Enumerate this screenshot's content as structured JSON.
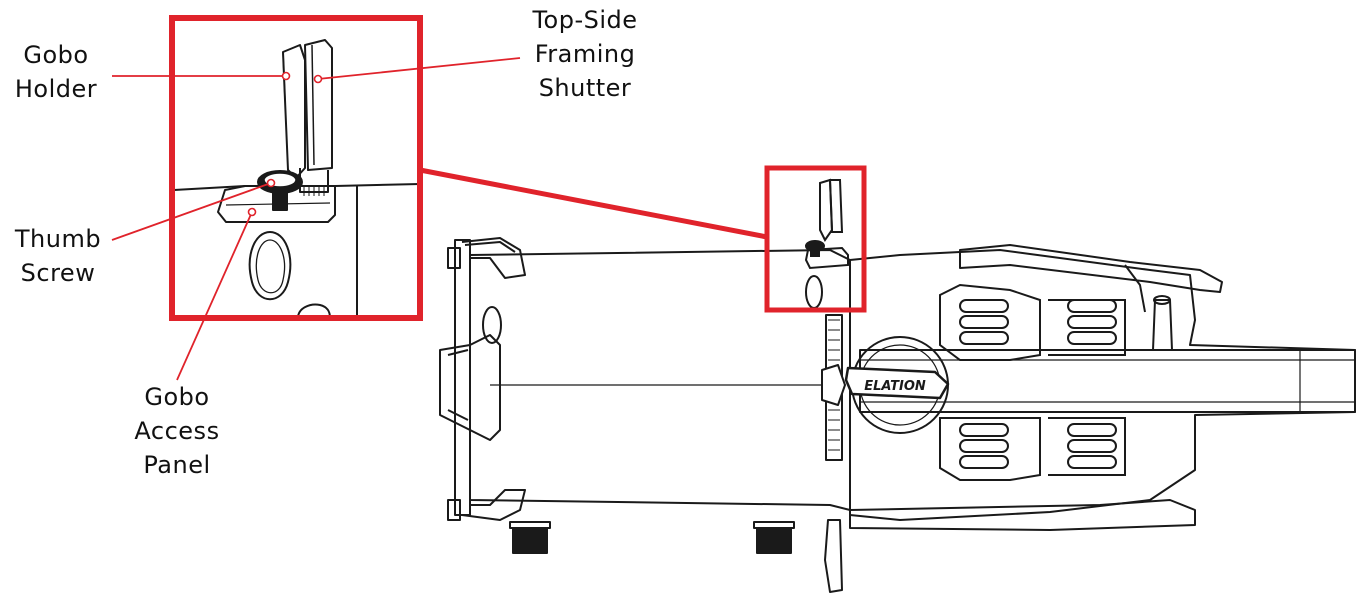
{
  "colors": {
    "callout": "#e0232b",
    "line_art": "#1a1a1a",
    "background": "#ffffff"
  },
  "labels": {
    "gobo_holder": [
      "Gobo",
      "Holder"
    ],
    "top_side_framing_shutter": [
      "Top-Side",
      "Framing",
      "Shutter"
    ],
    "thumb_screw": [
      "Thumb",
      "Screw"
    ],
    "gobo_access_panel": [
      "Gobo",
      "Access",
      "Panel"
    ]
  },
  "brand_logo_text": "ELATION"
}
